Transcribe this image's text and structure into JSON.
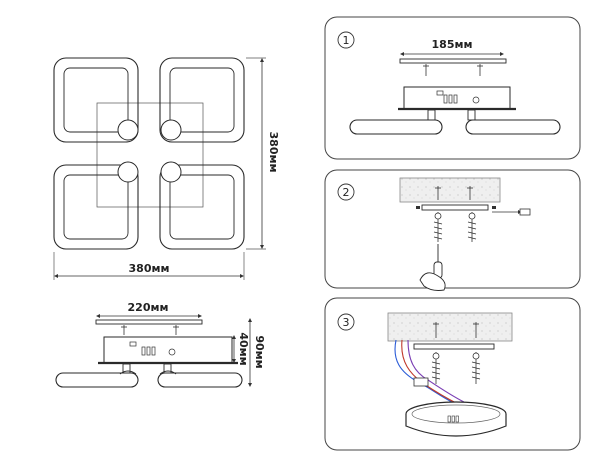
{
  "top_view": {
    "width_label": "380мм",
    "height_label": "380мм"
  },
  "side_view": {
    "plate_label": "220мм",
    "height_small_label": "40мм",
    "height_total_label": "90мм"
  },
  "steps": [
    {
      "number": "1",
      "dimension_label": "185мм"
    },
    {
      "number": "2"
    },
    {
      "number": "3"
    }
  ]
}
